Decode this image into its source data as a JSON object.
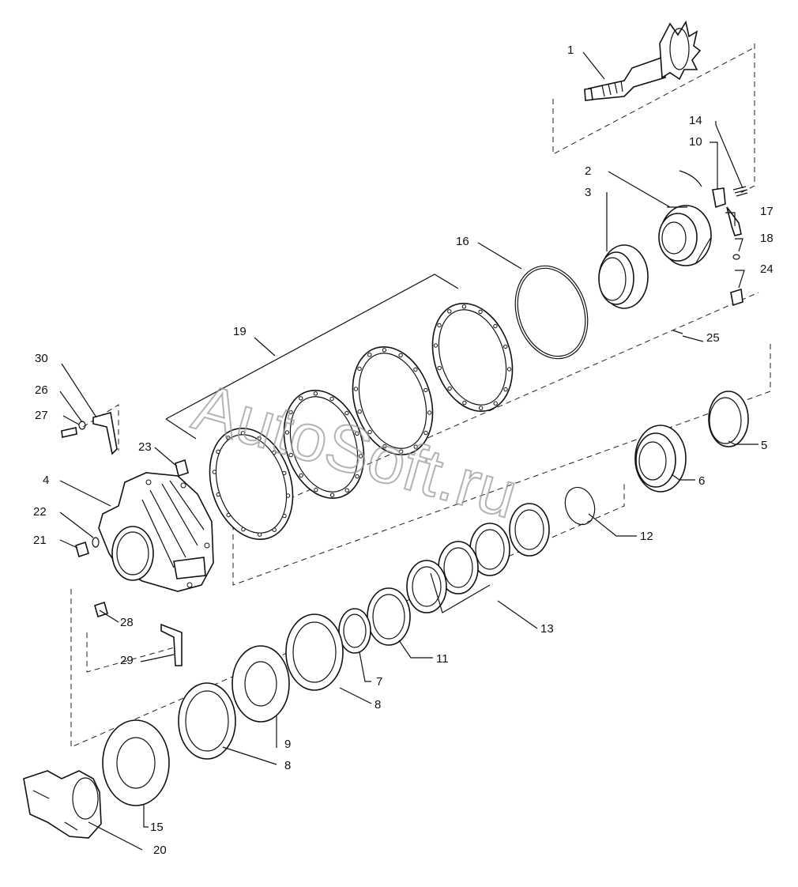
{
  "watermark": "AutoSoft.ru",
  "callouts": [
    "1",
    "2",
    "3",
    "4",
    "5",
    "6",
    "7",
    "8",
    "8",
    "9",
    "10",
    "11",
    "12",
    "13",
    "14",
    "15",
    "16",
    "17",
    "18",
    "19",
    "20",
    "21",
    "22",
    "23",
    "24",
    "25",
    "26",
    "27",
    "28",
    "29",
    "30"
  ]
}
